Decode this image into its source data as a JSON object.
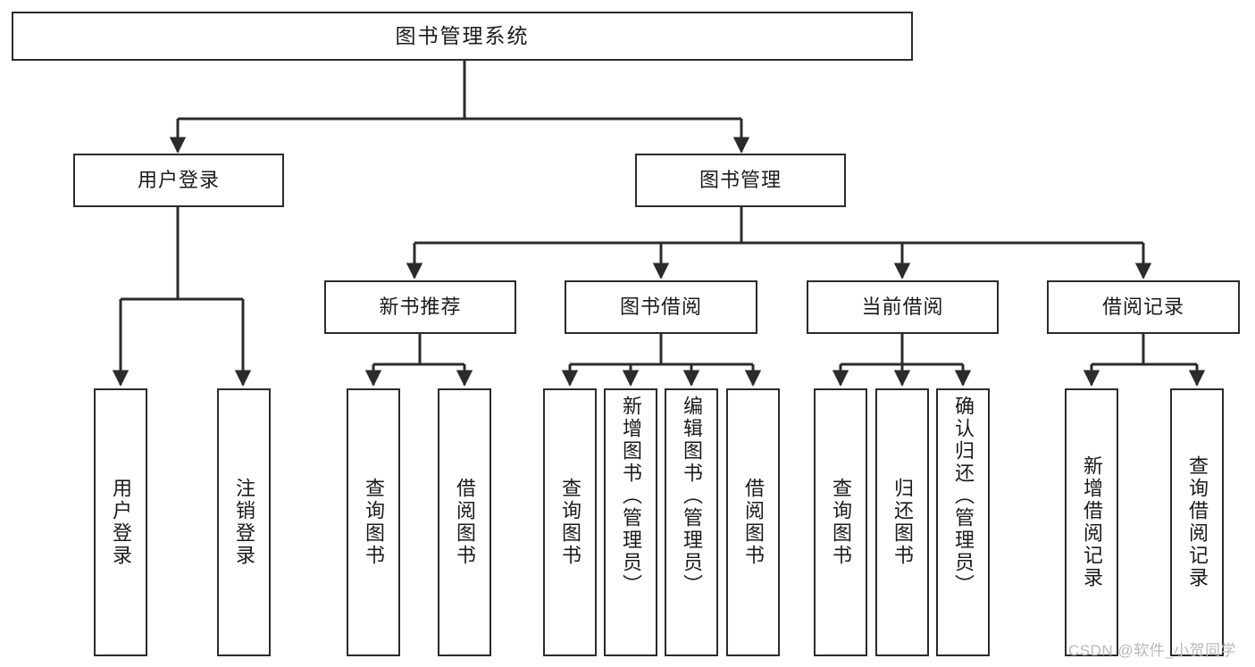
{
  "diagram": {
    "title": "图书管理系统",
    "type": "tree",
    "colors": {
      "background": "#ffffff",
      "box_border": "#2b2b2b",
      "box_fill": "#ffffff",
      "edge": "#2b2b2b",
      "text": "#1b1b1b",
      "watermark": "#b9b9b9"
    },
    "nodes": {
      "root": {
        "label": "图书管理系统"
      },
      "level2": [
        {
          "id": "user-login",
          "label": "用户登录"
        },
        {
          "id": "book-manage",
          "label": "图书管理"
        }
      ],
      "level3": [
        {
          "id": "new-book-recommend",
          "label": "新书推荐"
        },
        {
          "id": "book-borrow",
          "label": "图书借阅"
        },
        {
          "id": "current-borrow",
          "label": "当前借阅"
        },
        {
          "id": "borrow-record",
          "label": "借阅记录"
        }
      ],
      "leaves": {
        "user-login": [
          {
            "id": "leaf-user-login",
            "label": "用户登录"
          },
          {
            "id": "leaf-logout-login",
            "label": "注销登录"
          }
        ],
        "new-book-recommend": [
          {
            "id": "leaf-query-book-1",
            "label": "查询图书"
          },
          {
            "id": "leaf-borrow-book-1",
            "label": "借阅图书"
          }
        ],
        "book-borrow": [
          {
            "id": "leaf-query-book-2",
            "label": "查询图书"
          },
          {
            "id": "leaf-add-book",
            "label": "新增图书（管理员）"
          },
          {
            "id": "leaf-edit-book",
            "label": "编辑图书（管理员）"
          },
          {
            "id": "leaf-borrow-book-2",
            "label": "借阅图书"
          }
        ],
        "current-borrow": [
          {
            "id": "leaf-query-book-3",
            "label": "查询图书"
          },
          {
            "id": "leaf-return-book",
            "label": "归还图书"
          },
          {
            "id": "leaf-confirm-return",
            "label": "确认归还（管理员）"
          }
        ],
        "borrow-record": [
          {
            "id": "leaf-add-record",
            "label": "新增借阅记录"
          },
          {
            "id": "leaf-query-record",
            "label": "查询借阅记录"
          }
        ]
      }
    },
    "watermark": "CSDN @软件_小贺同学"
  }
}
